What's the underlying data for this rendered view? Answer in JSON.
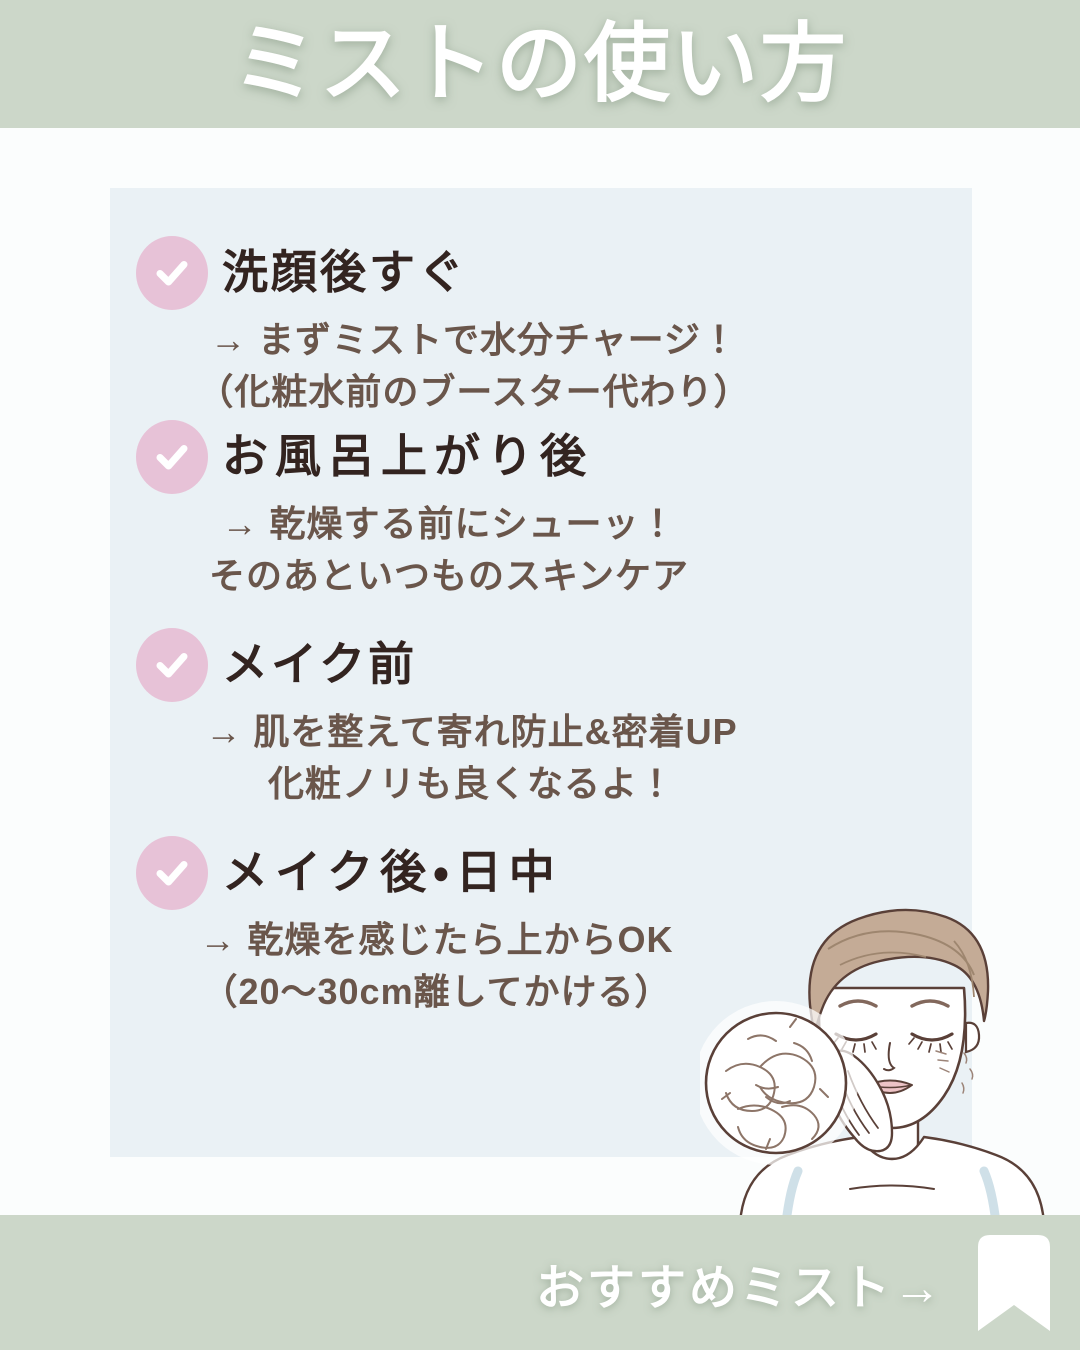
{
  "header": {
    "title": "ミストの使い方",
    "background_color": "#ccd7c9",
    "title_color": "#ffffff"
  },
  "panel": {
    "background_color": "#eaf1f5"
  },
  "theme": {
    "sage_green": "#ccd7c9",
    "panel_blue": "#eaf1f5",
    "badge_pink": "#e7c2d7",
    "heading_brown": "#332420",
    "body_brown": "#6a564b",
    "page_white": "#fbfdfd"
  },
  "steps": [
    {
      "icon": "check-circle-icon",
      "title": "洗顔後すぐ",
      "lines": [
        "→ まずミストで水分チャージ！",
        "（化粧水前のブースター代わり）"
      ]
    },
    {
      "icon": "check-circle-icon",
      "title": "お風呂上がり後",
      "lines": [
        "→ 乾燥する前にシューッ！",
        "そのあといつものスキンケア"
      ]
    },
    {
      "icon": "check-circle-icon",
      "title": "メイク前",
      "lines": [
        "→ 肌を整えて寄れ防止&密着UP",
        "化粧ノリも良くなるよ！"
      ]
    },
    {
      "icon": "check-circle-icon",
      "title": "メイク後・日中",
      "lines": [
        "→ 乾燥を感じたら上からOK",
        "（20〜30cm離してかける）"
      ]
    }
  ],
  "illustration": {
    "name": "woman-touching-cheek-dry-skin-illustration",
    "hair_color": "#c4ab96",
    "outline_color": "#5a4038",
    "lip_color": "#edc3c6",
    "strap_color": "#cfe0e8"
  },
  "footer": {
    "cta_label": "おすすめミスト→",
    "bookmark_icon": "bookmark-icon",
    "background_color": "#ccd7c9",
    "text_color": "#ffffff"
  }
}
